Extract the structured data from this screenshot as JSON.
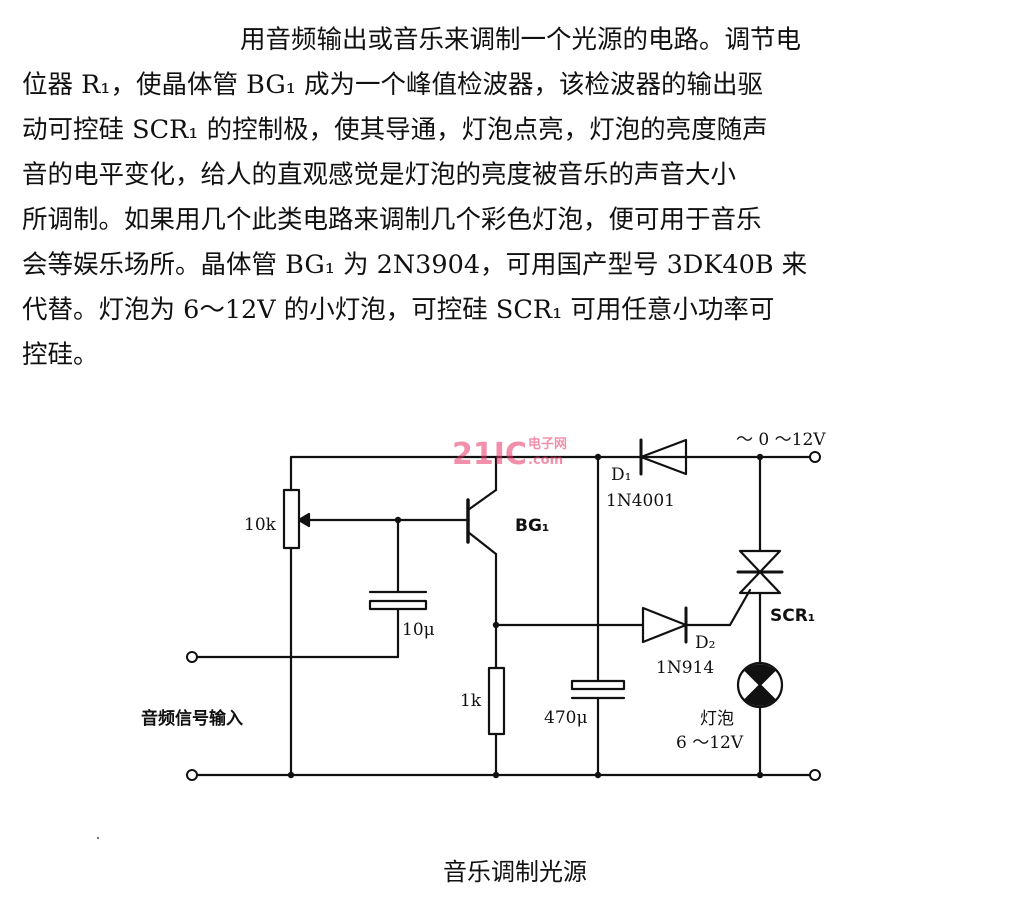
{
  "paragraph": {
    "lines": [
      "用音频输出或音乐来调制一个光源的电路。调节电",
      "位器 R₁，使晶体管 BG₁ 成为一个峰值检波器，该检波器的输出驱",
      "动可控硅 SCR₁ 的控制极，使其导通，灯泡点亮，灯泡的亮度随声",
      "音的电平变化，给人的直观感觉是灯泡的亮度被音乐的声音大小",
      "所调制。如果用几个此类电路来调制几个彩色灯泡，便可用于音乐",
      "会等娱乐场所。晶体管 BG₁ 为 2N3904，可用国产型号 3DK40B 来",
      "代替。灯泡为 6～12V 的小灯泡，可控硅 SCR₁ 可用任意小功率可",
      "控硅。"
    ]
  },
  "diagram": {
    "pot_label": "10k",
    "transistor_label": "BG₁",
    "cap1_label": "10μ",
    "r2_label": "1k",
    "cap2_label": "470μ",
    "d1_name": "D₁",
    "d1_part": "1N4001",
    "d2_name": "D₂",
    "d2_part": "1N914",
    "scr_label": "SCR₁",
    "lamp_name": "灯泡",
    "lamp_rating": "6 ～12V",
    "supply_label": "～ 0 ～12V",
    "input_label": "音频信号输入",
    "watermark_main": "21IC",
    "watermark_cn": "电子网",
    "watermark_url": ".com"
  },
  "caption": "音乐调制光源",
  "colors": {
    "ink": "#111111",
    "watermark": "#e8366a"
  }
}
